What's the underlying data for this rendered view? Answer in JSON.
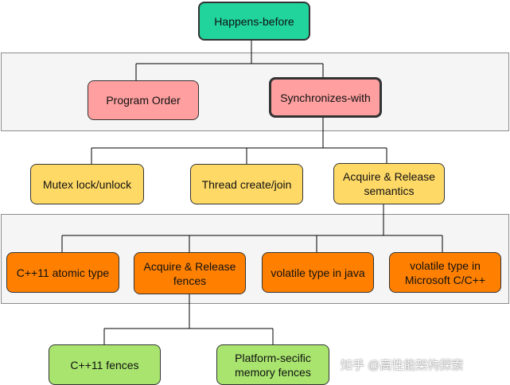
{
  "diagram": {
    "root": {
      "label": "Happens-before"
    },
    "level1": {
      "program_order": "Program Order",
      "synchronizes_with": "Synchronizes-with"
    },
    "level2": {
      "mutex": "Mutex lock/unlock",
      "thread": "Thread create/join",
      "acquire_release_semantics": "Acquire & Release semantics"
    },
    "level3": {
      "cpp11_atomic": "C++11 atomic type",
      "acquire_release_fences": "Acquire & Release fences",
      "volatile_java": "volatile type in java",
      "volatile_msvc": "volatile type in Microsoft C/C++"
    },
    "level4": {
      "cpp11_fences": "C++11 fences",
      "platform_fences": "Platform-secific memory fences"
    },
    "colors": {
      "root": "#20d49c",
      "level1": "#ff9f9f",
      "level2": "#ffd966",
      "level3": "#ff8000",
      "level4": "#a8e46e"
    }
  },
  "watermark": {
    "text": "知乎 @高性能架构探索"
  }
}
